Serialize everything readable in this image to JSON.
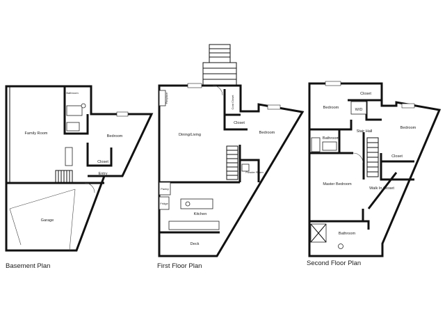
{
  "plans": {
    "basement": {
      "caption": "Basement Plan",
      "rooms": {
        "family_room": "Family Room",
        "bathroom": "Bathroom",
        "bedroom": "Bedroom",
        "closet": "Closet",
        "entry": "Entry",
        "garage": "Garage"
      }
    },
    "first": {
      "caption": "First Floor Plan",
      "rooms": {
        "fireplace": "Fireplace",
        "coat_closet": "Coat Closet",
        "dining_living": "Dining/Living",
        "closet": "Closet",
        "bedroom": "Bedroom",
        "powder_room": "Powder Room",
        "pantry": "Pantry",
        "fridge": "Fridge",
        "kitchen": "Kitchen",
        "deck": "Deck"
      }
    },
    "second": {
      "caption": "Second Floor Plan",
      "rooms": {
        "bedroom_1": "Bedroom",
        "closet_1": "Closet",
        "wd": "W/D",
        "stair_hall": "Stair Hall",
        "bedroom_2": "Bedroom",
        "bathroom_1": "Bathroom",
        "closet_2": "Closet",
        "master_bedroom": "Master Bedroom",
        "walk_in_closet": "Walk In Closet",
        "bathroom_2": "Bathroom"
      }
    }
  }
}
